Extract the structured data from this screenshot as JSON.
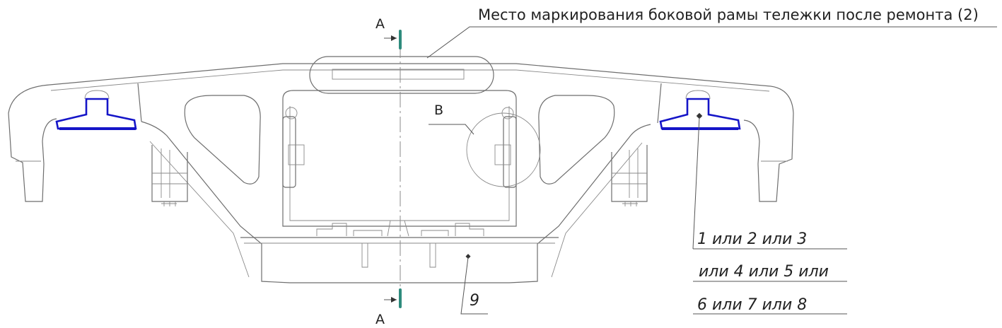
{
  "title_note": "Место маркирования боковой рамы тележки после ремонта (2)",
  "section_mark_top": "A",
  "section_mark_bottom": "A",
  "detail_mark": "B",
  "options": {
    "line1": "1 или 2 или 3",
    "line2": "или 4 или 5 или",
    "line3": "6 или 7 или 8"
  },
  "item_number": "9",
  "colors": {
    "highlight": "#1515c8",
    "section_marker": "#2e8b7d",
    "outline": "#6e6e6e"
  }
}
